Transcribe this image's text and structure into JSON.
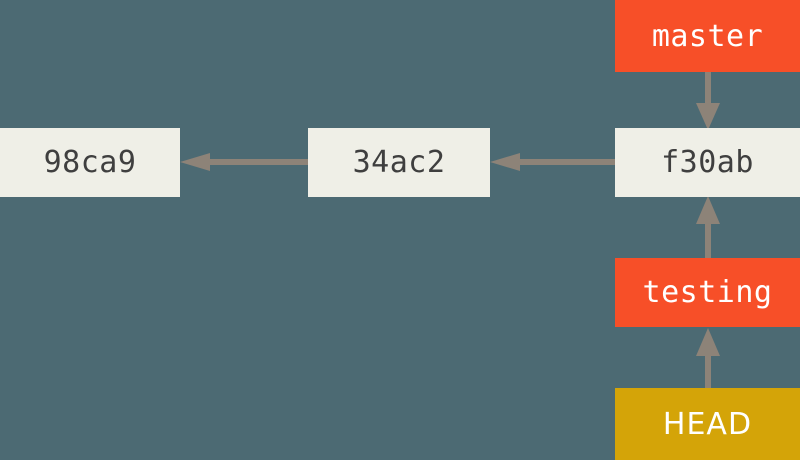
{
  "diagram": {
    "title": "git-branch-head",
    "background_color": "#4c6a73",
    "arrow_color": "#8d8378",
    "commit_box_color": "#efefe7",
    "commit_text_color": "#3f3f3f",
    "branch_box_color": "#f74f28",
    "branch_text_color": "#ffffff",
    "head_box_color": "#d4a408",
    "head_text_color": "#ffffff"
  },
  "commits": [
    {
      "id": "c1",
      "label": "98ca9"
    },
    {
      "id": "c2",
      "label": "34ac2"
    },
    {
      "id": "c3",
      "label": "f30ab"
    }
  ],
  "branches": [
    {
      "id": "b1",
      "label": "master"
    },
    {
      "id": "b2",
      "label": "testing"
    }
  ],
  "pointers": [
    {
      "id": "h1",
      "label": "HEAD"
    }
  ],
  "edges": [
    {
      "id": "e1",
      "from": "34ac2",
      "to": "98ca9",
      "direction": "left"
    },
    {
      "id": "e2",
      "from": "f30ab",
      "to": "34ac2",
      "direction": "left"
    },
    {
      "id": "e3",
      "from": "master",
      "to": "f30ab",
      "direction": "down"
    },
    {
      "id": "e4",
      "from": "testing",
      "to": "f30ab",
      "direction": "up"
    },
    {
      "id": "e5",
      "from": "HEAD",
      "to": "testing",
      "direction": "up"
    }
  ]
}
